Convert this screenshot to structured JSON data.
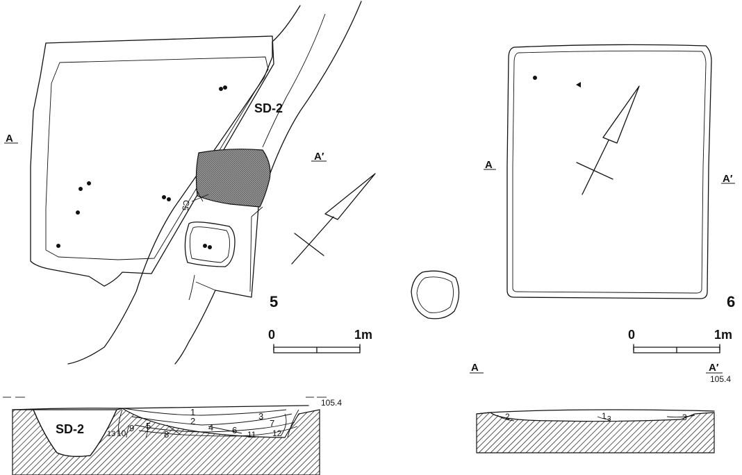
{
  "figure5": {
    "number": "5",
    "ditch_label": "SD-2",
    "section_start": "A",
    "section_end": "A′",
    "feature_label": "C5",
    "scale": {
      "zero": "0",
      "end": "1m"
    }
  },
  "figure6": {
    "number": "6",
    "section_start": "A",
    "section_end": "A′",
    "scale": {
      "zero": "0",
      "end": "1m"
    }
  },
  "section5": {
    "elevation": "105.4",
    "ditch_label": "SD-2",
    "layers": [
      "1",
      "2",
      "3",
      "4",
      "5",
      "6",
      "7",
      "8",
      "9",
      "10",
      "11",
      "12",
      "13"
    ]
  },
  "section6": {
    "start": "A",
    "end": "A′",
    "elevation": "105.4",
    "layers": [
      "1",
      "2",
      "3",
      "3"
    ]
  },
  "colors": {
    "ink": "#111111",
    "paper": "#ffffff"
  }
}
